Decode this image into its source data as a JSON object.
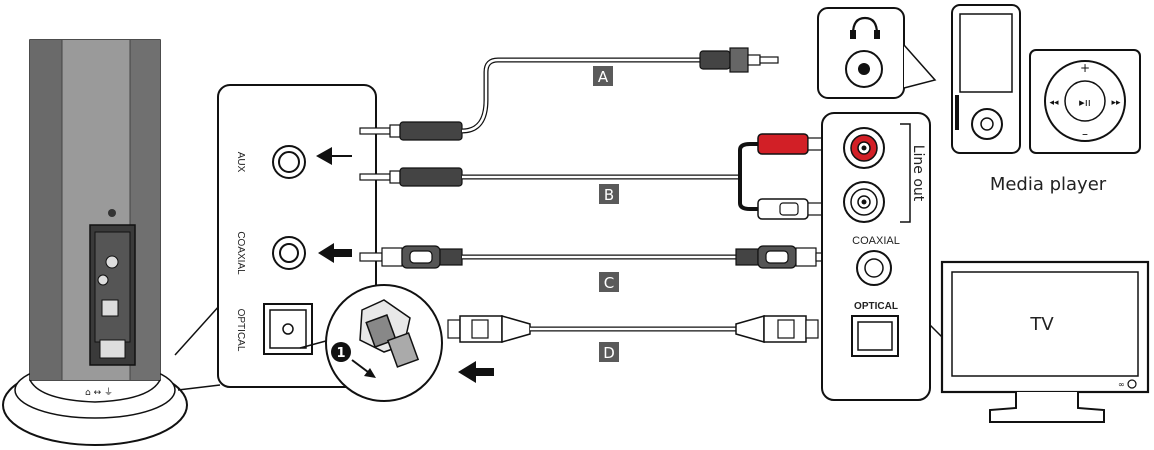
{
  "soundbar_panel": {
    "aux_label": "AUX",
    "coaxial_label": "COAXIAL",
    "optical_label": "OPTICAL",
    "step_number": "1"
  },
  "source_device": {
    "line_out_label": "Line out",
    "coaxial_label": "COAXIAL",
    "optical_label": "OPTICAL"
  },
  "cables": {
    "a": "A",
    "b": "B",
    "c": "C",
    "d": "D"
  },
  "devices": {
    "media_player_label": "Media player",
    "tv_label": "TV"
  },
  "colors": {
    "badge": "#5a5a5a",
    "red_plug": "#d21f26",
    "line": "#222222"
  }
}
